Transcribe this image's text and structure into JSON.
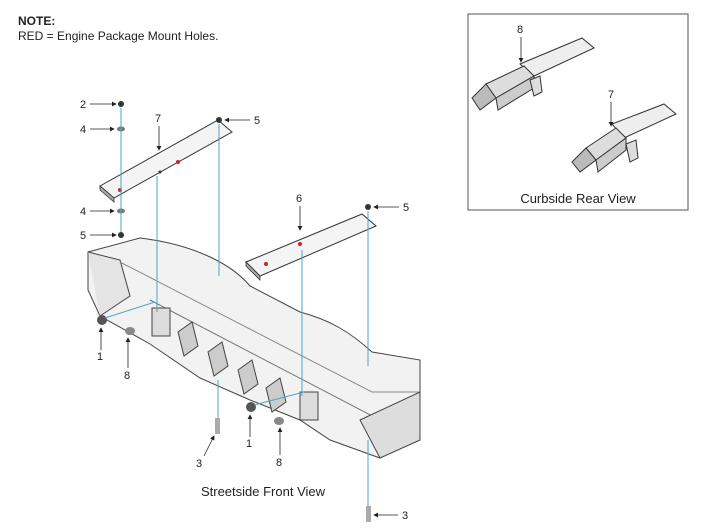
{
  "note": {
    "heading": "NOTE:",
    "text": "RED = Engine Package Mount Holes.",
    "highlight_color": "#d42020"
  },
  "inset": {
    "caption": "Curbside Rear View",
    "callouts": [
      "8",
      "7"
    ]
  },
  "main": {
    "caption": "Streetside Front View",
    "callouts": [
      "2",
      "4",
      "7",
      "5",
      "4",
      "5",
      "6",
      "5",
      "1",
      "8",
      "1",
      "8",
      "3",
      "3"
    ]
  }
}
